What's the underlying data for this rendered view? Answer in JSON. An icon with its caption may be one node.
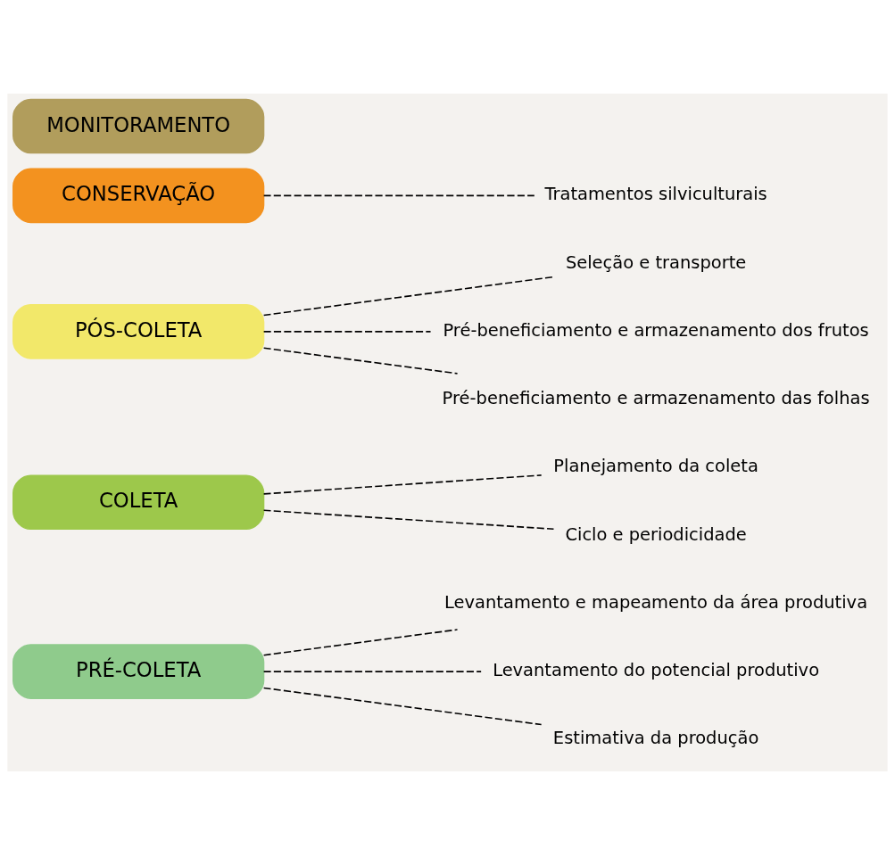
{
  "diagram": {
    "nodes": [
      {
        "text": [
          "PRÉ-COLETA"
        ]
      },
      {
        "text": [
          "Levantamento e mapeamento da área produtiva"
        ]
      },
      {
        "text": [
          "Levantamento do potencial produtivo"
        ]
      },
      {
        "text": [
          "Estimativa da produção"
        ]
      },
      {
        "text": [
          "COLETA"
        ]
      },
      {
        "text": [
          "Planejamento da coleta"
        ]
      },
      {
        "text": [
          "Ciclo e periodicidade"
        ]
      },
      {
        "text": [
          "PÓS-COLETA"
        ]
      },
      {
        "text": [
          "Seleção e transporte"
        ]
      },
      {
        "text": [
          "Pré-beneficiamento e armazenamento dos frutos"
        ]
      },
      {
        "text": [
          "Pré-beneficiamento e armazenamento das folhas"
        ]
      },
      {
        "text": [
          "CONSERVAÇÃO"
        ]
      },
      {
        "text": [
          "Tratamentos silviculturais"
        ]
      },
      {
        "text": [
          "MONITORAMENTO"
        ]
      }
    ],
    "edges": [
      {
        "from": 0,
        "to": 1,
        "arrow": "none",
        "style": "dashed"
      },
      {
        "from": 0,
        "to": 2,
        "arrow": "none",
        "style": "dashed"
      },
      {
        "from": 0,
        "to": 3,
        "arrow": "none",
        "style": "dashed"
      },
      {
        "from": 4,
        "to": 5,
        "arrow": "none",
        "style": "dashed"
      },
      {
        "from": 4,
        "to": 6,
        "arrow": "none",
        "style": "dashed"
      },
      {
        "from": 7,
        "to": 8,
        "arrow": "none",
        "style": "dashed"
      },
      {
        "from": 7,
        "to": 9,
        "arrow": "none",
        "style": "dashed"
      },
      {
        "from": 7,
        "to": 10,
        "arrow": "none",
        "style": "dashed"
      },
      {
        "from": 11,
        "to": 12,
        "arrow": "none",
        "style": "dashed"
      }
    ]
  }
}
